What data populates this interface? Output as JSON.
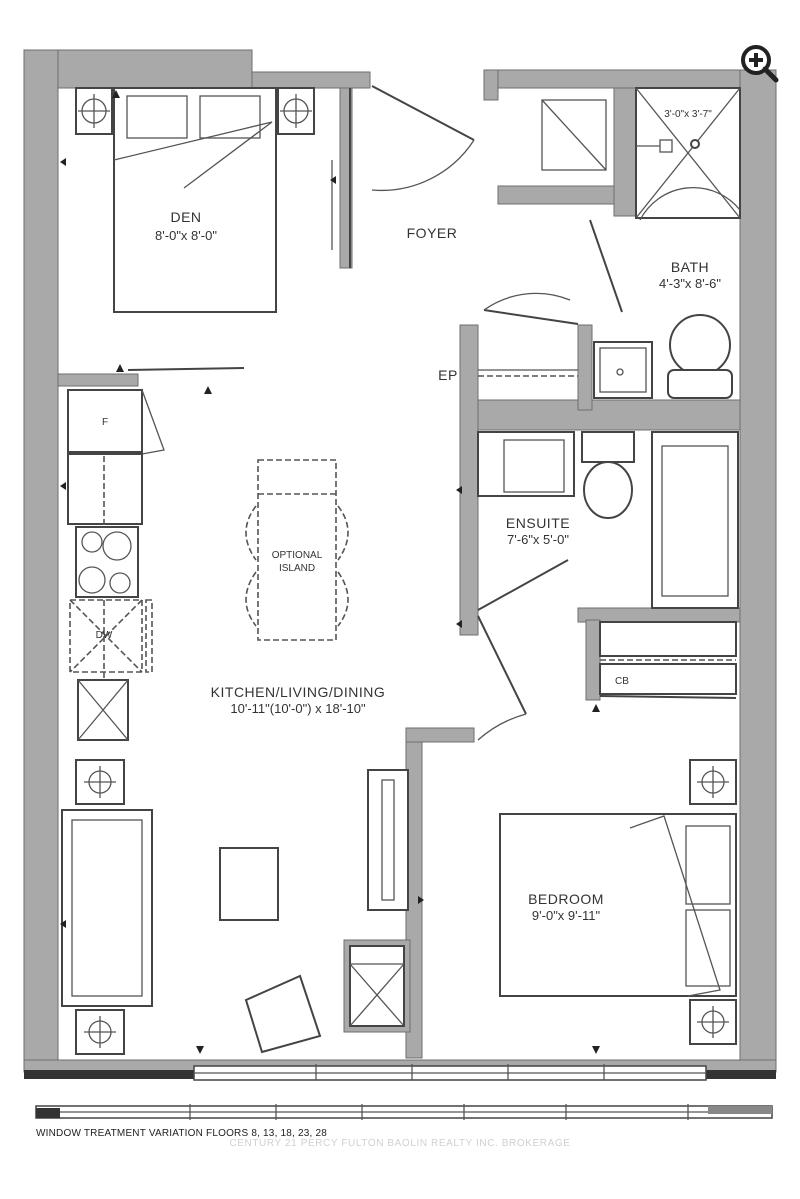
{
  "rooms": {
    "den": {
      "name": "DEN",
      "dims": "8'-0\"x 8'-0\""
    },
    "foyer": {
      "name": "FOYER"
    },
    "bath": {
      "name": "BATH",
      "dims": "4'-3\"x 8'-6\""
    },
    "shower": {
      "dims": "3'-0\"x 3'-7\""
    },
    "ep": {
      "name": "EP"
    },
    "ensuite": {
      "name": "ENSUITE",
      "dims": "7'-6\"x 5'-0\""
    },
    "kitchen_living_dining": {
      "name": "KITCHEN/LIVING/DINING",
      "dims": "10'-11\"(10'-0\") x 18'-10\""
    },
    "bedroom": {
      "name": "BEDROOM",
      "dims": "9'-0\"x 9'-11\""
    },
    "closet": {
      "name": "CB"
    }
  },
  "fixtures": {
    "fridge": "F",
    "dishwasher": "DW",
    "island_line1": "OPTIONAL",
    "island_line2": "ISLAND"
  },
  "footer": {
    "note": "WINDOW TREATMENT VARIATION FLOORS  8, 13, 18, 23, 28",
    "watermark": "CENTURY 21 PERCY FULTON BAOLIN REALTY INC. BROKERAGE"
  },
  "controls": {
    "zoom_icon": "zoom-in-icon"
  }
}
